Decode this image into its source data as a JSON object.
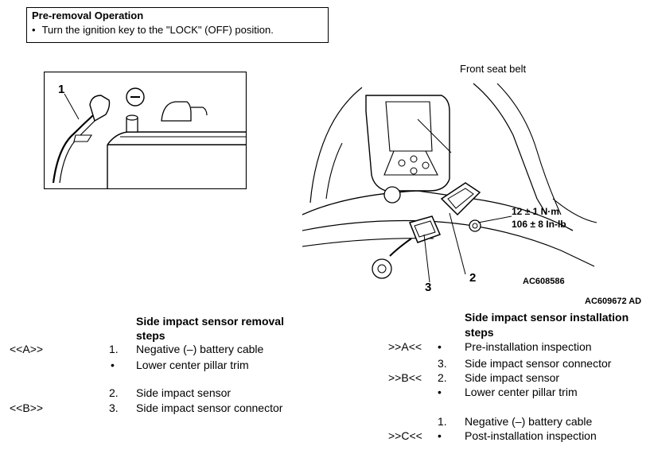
{
  "preremoval": {
    "title": "Pre-removal Operation",
    "bullet": "•",
    "text": "Turn the ignition key to the \"LOCK\" (OFF) position."
  },
  "figure_left": {
    "callout_1": "1",
    "minus_symbol": "−"
  },
  "figure_right": {
    "label_front_seat_belt": "Front seat belt",
    "torque_nm": "12 ± 1 N·m",
    "torque_inlb": "106 ± 8 In-lb",
    "callout_2": "2",
    "callout_3": "3",
    "code_inner": "AC608586",
    "code_outer": "AC609672 AD"
  },
  "removal": {
    "heading_line1": "Side impact sensor removal",
    "heading_line2": "steps",
    "rows": [
      {
        "ref": "<<A>>",
        "num": "1.",
        "text": "Negative (–) battery cable"
      },
      {
        "ref": "",
        "num": "•",
        "text": "Lower center pillar trim"
      },
      {
        "ref": "",
        "num": "2.",
        "text": "Side impact sensor"
      },
      {
        "ref": "<<B>>",
        "num": "3.",
        "text": "Side impact sensor connector"
      }
    ]
  },
  "installation": {
    "heading_line1": "Side impact sensor installation",
    "heading_line2": "steps",
    "rows": [
      {
        "ref": ">>A<<",
        "num": "•",
        "text": "Pre-installation inspection"
      },
      {
        "ref": "",
        "num": "3.",
        "text": "Side impact sensor connector"
      },
      {
        "ref": ">>B<<",
        "num": "2.",
        "text": "Side impact sensor"
      },
      {
        "ref": "",
        "num": "•",
        "text": "Lower center pillar trim"
      },
      {
        "ref": "",
        "num": "1.",
        "text": "Negative (–) battery cable"
      },
      {
        "ref": ">>C<<",
        "num": "•",
        "text": "Post-installation inspection"
      }
    ]
  }
}
